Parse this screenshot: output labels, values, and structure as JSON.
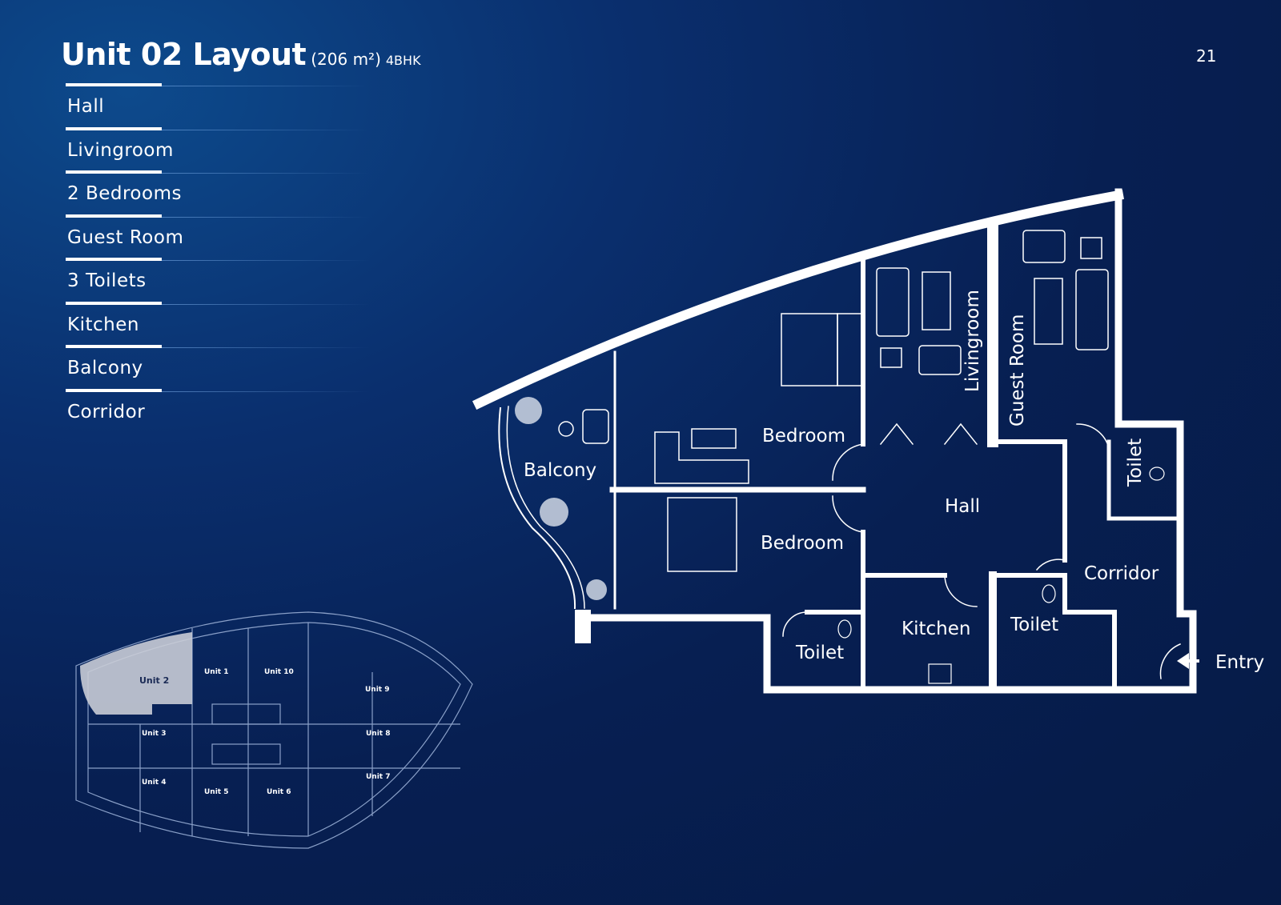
{
  "header": {
    "title": "Unit 02 Layout",
    "area": "(206 m²)",
    "unit_type": "4BHK",
    "page_number": "21"
  },
  "features": [
    "Hall",
    "Livingroom",
    "2 Bedrooms",
    "Guest Room",
    "3 Toilets",
    "Kitchen",
    "Balcony",
    "Corridor"
  ],
  "floor_plan": {
    "rooms": {
      "bedroom_1": "Bedroom",
      "bedroom_2": "Bedroom",
      "balcony": "Balcony",
      "livingroom": "Livingroom",
      "guest_room": "Guest Room",
      "hall": "Hall",
      "toilet_1": "Toilet",
      "toilet_2": "Toilet",
      "toilet_3": "Toilet",
      "kitchen": "Kitchen",
      "corridor": "Corridor",
      "entry": "Entry"
    }
  },
  "key_plan": {
    "units": [
      "Unit 1",
      "Unit 2",
      "Unit 3",
      "Unit 4",
      "Unit 5",
      "Unit 6",
      "Unit 7",
      "Unit 8",
      "Unit 9",
      "Unit 10"
    ],
    "highlighted": "Unit 2"
  },
  "colors": {
    "background": "#071f52",
    "accent": "#ffffff",
    "highlight": "#c9ccd6"
  }
}
